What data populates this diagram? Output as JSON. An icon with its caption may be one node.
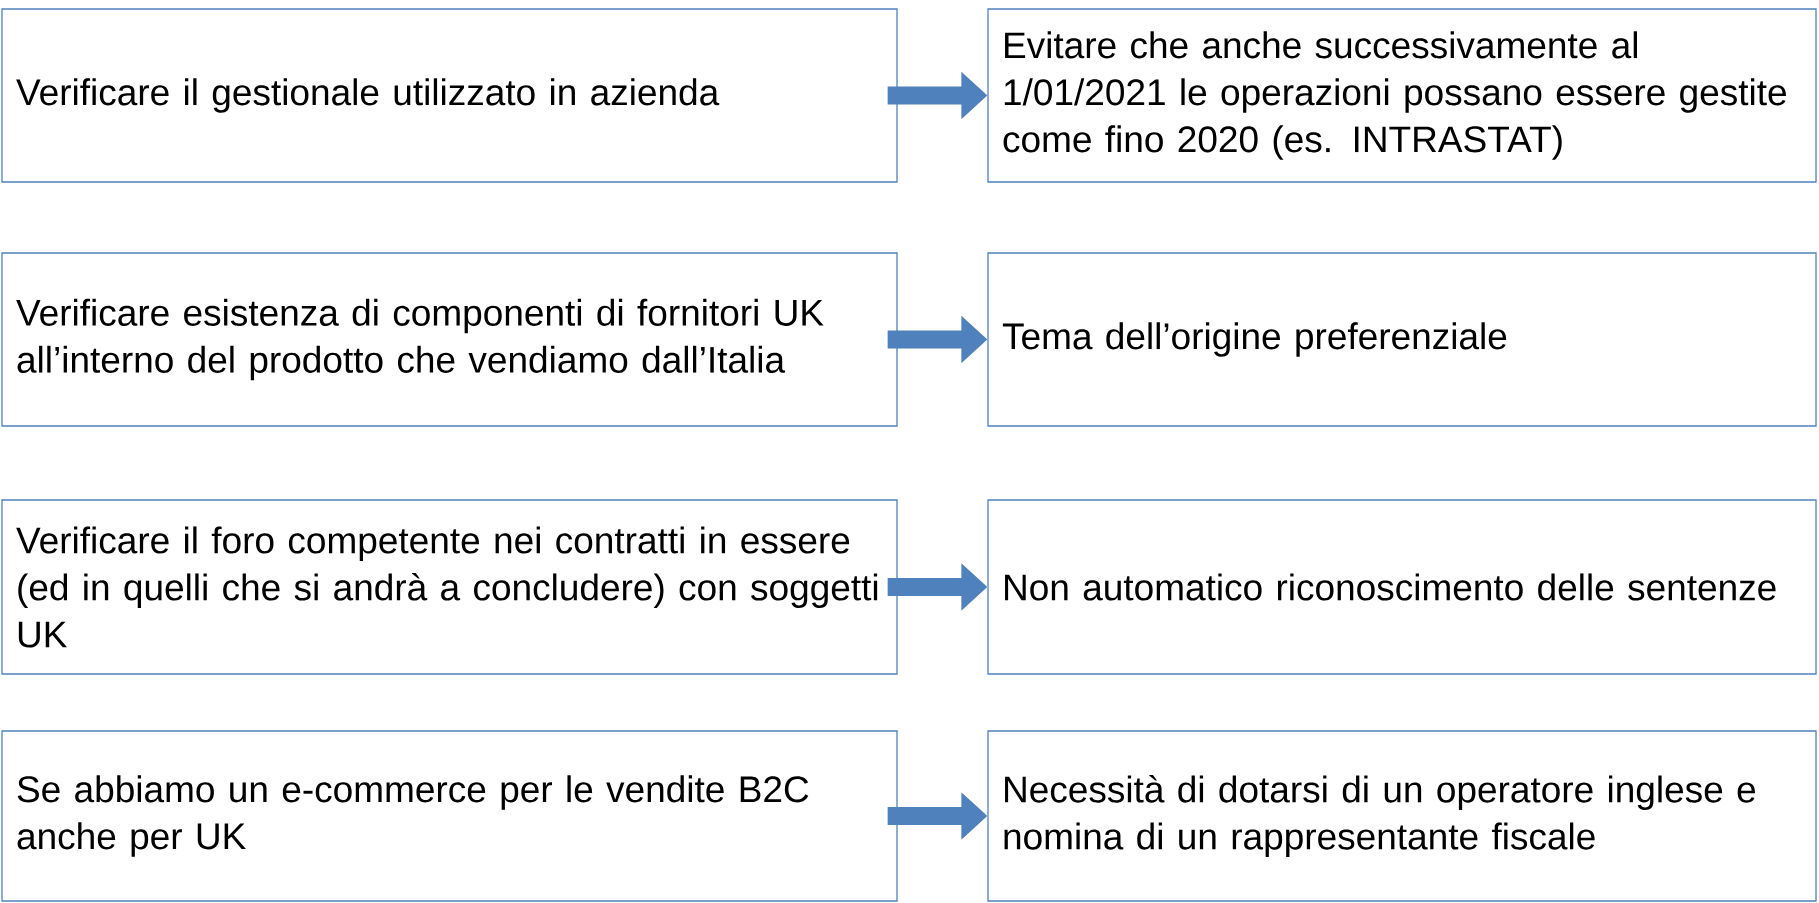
{
  "diagram": {
    "nodes": [
      {
        "text": [
          "Verificare il gestionale utilizzato in azienda"
        ]
      },
      {
        "text": [
          "Evitare che anche successivamente al 1/01/2021 le operazioni possano essere gestite come fino 2020 (es. INTRASTAT)"
        ]
      },
      {
        "text": [
          "Verificare esistenza di componenti di fornitori UK all’interno del prodotto che vendiamo dall’Italia"
        ]
      },
      {
        "text": [
          "Tema dell’origine preferenziale"
        ]
      },
      {
        "text": [
          "Verificare il foro competente nei contratti in essere (ed in quelli che si andrà a concludere) con soggetti UK"
        ]
      },
      {
        "text": [
          "Non automatico riconoscimento delle sentenze"
        ]
      },
      {
        "text": [
          "Se abbiamo un e-commerce per le vendite B2C anche per UK"
        ]
      },
      {
        "text": [
          "Necessità di dotarsi di un operatore inglese e nomina di un rappresentante fiscale"
        ]
      }
    ],
    "edges": [
      {
        "from": 0,
        "to": 1,
        "arrow": "to"
      },
      {
        "from": 2,
        "to": 3,
        "arrow": "to"
      },
      {
        "from": 4,
        "to": 5,
        "arrow": "to"
      },
      {
        "from": 6,
        "to": 7,
        "arrow": "to"
      }
    ]
  }
}
